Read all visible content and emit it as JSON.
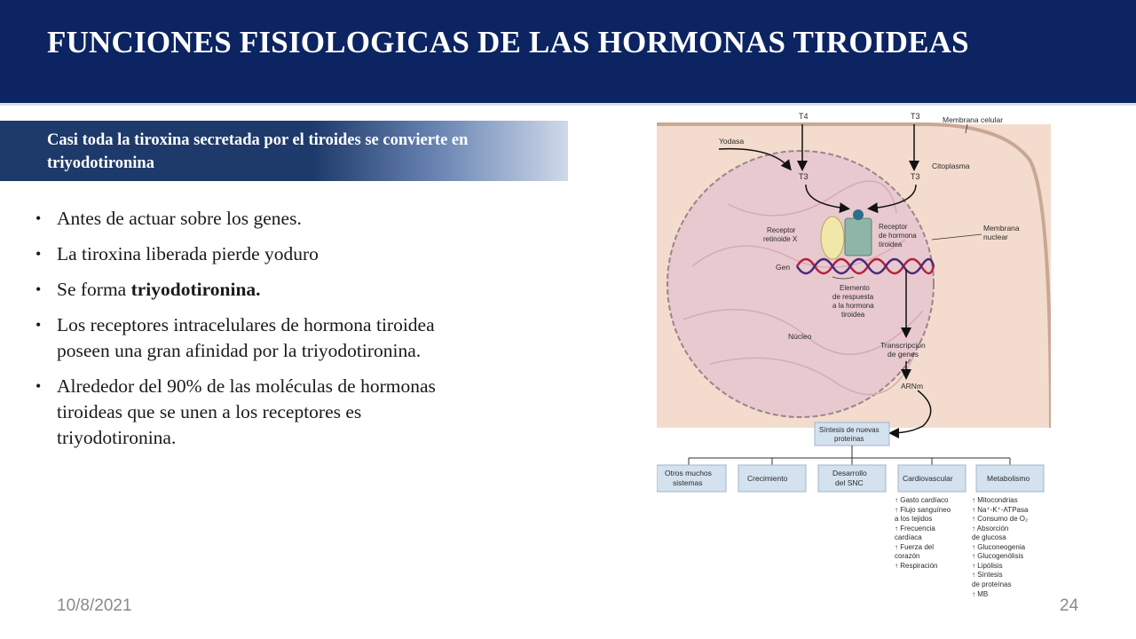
{
  "slide": {
    "title": "FUNCIONES FISIOLOGICAS DE LAS  HORMONAS TIROIDEAS",
    "subtitle": "Casi toda la tiroxina secretada por el tiroides se convierte en triyodotironina",
    "bullets": [
      {
        "text": "Antes de actuar sobre los genes."
      },
      {
        "text": "La tiroxina liberada pierde yoduro"
      },
      {
        "text_before": "Se forma ",
        "text_bold": "triyodotironina."
      },
      {
        "text": "Los receptores intracelulares de hormona tiroidea poseen una gran afinidad por la triyodotironina."
      },
      {
        "text": "Alrededor del 90% de las moléculas de hormonas tiroideas que se unen a los receptores es triyodotironina."
      }
    ],
    "footer": {
      "date": "10/8/2021",
      "page": "24"
    }
  },
  "figure": {
    "t4": "T4",
    "t3": "T3",
    "membrana_celular": "Membrana celular",
    "yodasa": "Yodasa",
    "citoplasma": "Citoplasma",
    "receptor_x": [
      "Receptor",
      "retinoide X"
    ],
    "receptor_hormona": [
      "Receptor",
      "de hormona",
      "tiroidea"
    ],
    "membrana_nuclear": [
      "Membrana",
      "nuclear"
    ],
    "gen": "Gen",
    "elemento": [
      "Elemento",
      "de respuesta",
      "a la hormona",
      "tiroidea"
    ],
    "nucleo": "Núcleo",
    "transcripcion": [
      "Transcripción",
      "de genes"
    ],
    "arnm": "ARNm",
    "sintesis": [
      "Síntesis de nuevas",
      "proteínas"
    ],
    "boxes": [
      [
        "Otros muchos",
        "sistemas"
      ],
      [
        "Crecimiento"
      ],
      [
        "Desarrollo",
        "del SNC"
      ],
      [
        "Cardiovascular"
      ],
      [
        "Metabolismo"
      ]
    ],
    "cardio_effects": [
      "↑ Gasto cardíaco",
      "↑ Flujo sanguíneo",
      "  a los tejidos",
      "↑ Frecuencia",
      "  cardíaca",
      "↑ Fuerza del",
      "  corazón",
      "↑ Respiración"
    ],
    "metab_effects": [
      "↑ Mitocondrias",
      "↑ Na⁺-K⁺-ATPasa",
      "↑ Consumo de O₂",
      "↑ Absorción",
      "  de glucosa",
      "↑ Gluconeogenia",
      "↑ Glucogenólisis",
      "↑ Lipólisis",
      "↑ Síntesis",
      "  de proteínas",
      "↑ MB"
    ]
  }
}
